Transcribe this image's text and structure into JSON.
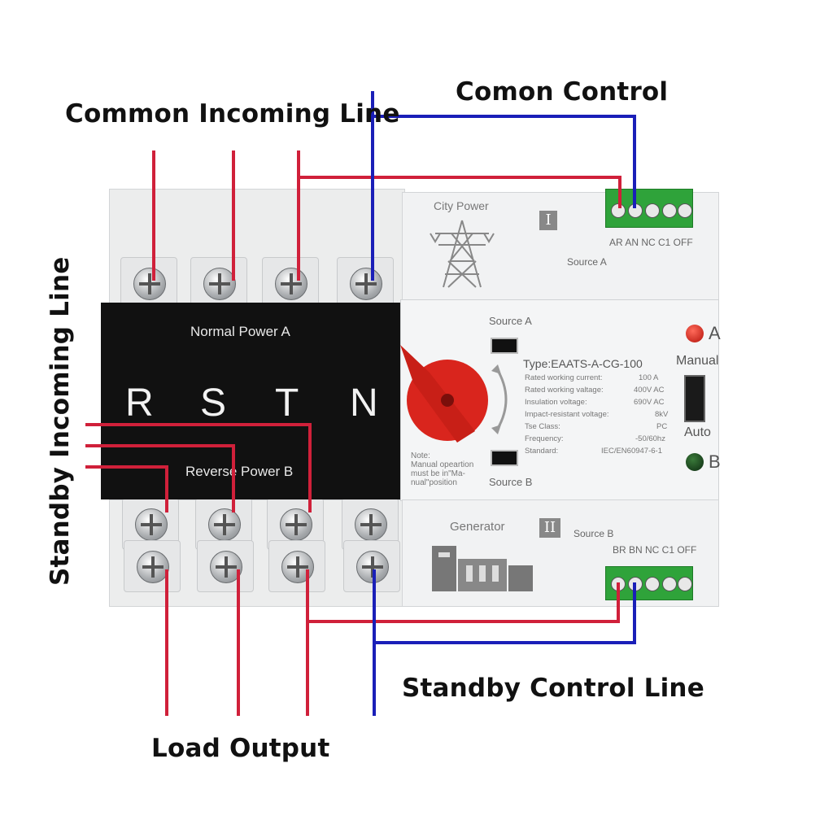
{
  "callouts": {
    "common_incoming_line": "Common Incoming Line",
    "comon_control": "Comon Control",
    "standby_incoming_line": "Standby Incoming Line",
    "standby_control_line": "Standby Control Line",
    "load_output": "Load Output"
  },
  "device": {
    "top_module": {
      "label": "City Power",
      "roman": "I",
      "source_label": "Source A",
      "terminal_labels": "AR AN NC C1 OFF"
    },
    "bottom_module": {
      "label": "Generator",
      "roman": "II",
      "source_label": "Source B",
      "terminal_labels": "BR BN NC C1 OFF"
    },
    "black_face": {
      "normal_power": "Normal Power A",
      "reverse_power": "Reverse Power B",
      "phases": [
        "R",
        "S",
        "T",
        "N"
      ]
    },
    "panel": {
      "source_a": "Source A",
      "source_b": "Source B",
      "type": "Type:EAATS-A-CG-100",
      "manual": "Manual",
      "auto": "Auto",
      "led_a": "A",
      "led_b": "B",
      "note": [
        "Note:",
        "Manual opeartion",
        "must be in\"Ma-",
        "nual\"position"
      ],
      "specs": [
        {
          "label": "Rated working current:",
          "value": "100   A"
        },
        {
          "label": "Rated working valtage:",
          "value": "400V AC"
        },
        {
          "label": "Insulation voltage:",
          "value": "690V AC"
        },
        {
          "label": "Impact-resistant voltage:",
          "value": "8kV"
        },
        {
          "label": "Tse Class:",
          "value": "PC"
        },
        {
          "label": "Frequency:",
          "value": "-50/60hz"
        },
        {
          "label": "Standard:",
          "value": "IEC/EN60947-6-1"
        }
      ]
    }
  },
  "colors": {
    "red_wire": "#d0203a",
    "blue_wire": "#1a1fb8",
    "terminal_green": "#2fa33a",
    "knob_red": "#d9251d"
  }
}
